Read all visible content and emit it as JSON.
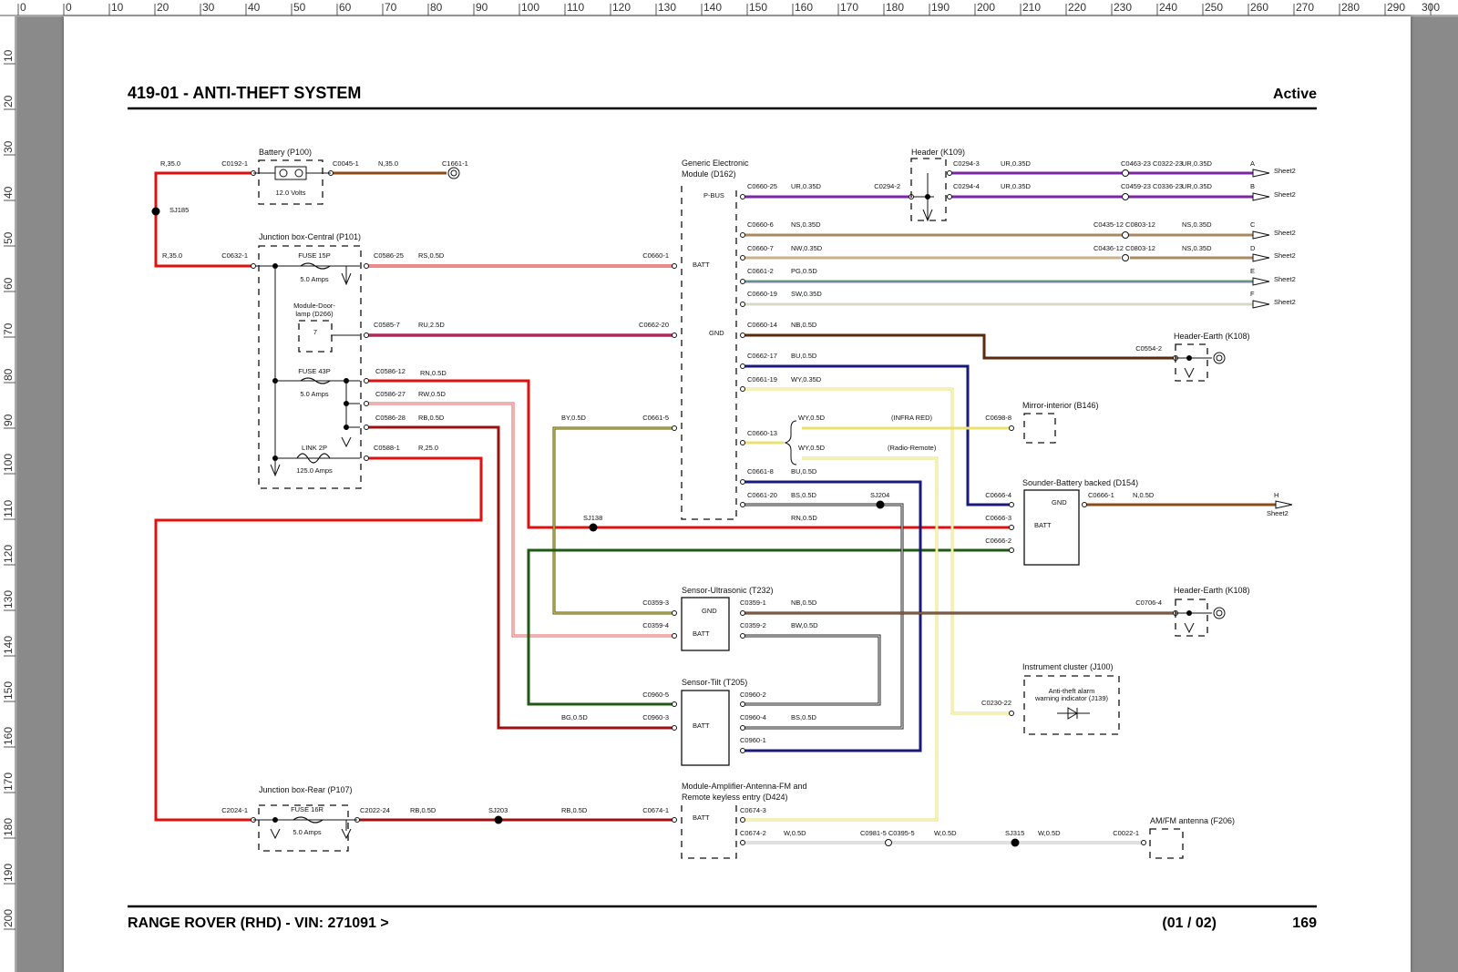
{
  "header": {
    "title": "419-01 - ANTI-THEFT SYSTEM",
    "status": "Active"
  },
  "footer": {
    "vehicle": "RANGE ROVER  (RHD) - VIN: 271091 >",
    "sheet": "(01 / 02)",
    "page": "169"
  },
  "ruler": {
    "top": [
      "0",
      "0",
      "10",
      "20",
      "30",
      "40",
      "50",
      "60",
      "70",
      "80",
      "90",
      "100",
      "110",
      "120",
      "130",
      "140",
      "150",
      "160",
      "170",
      "180",
      "190",
      "200",
      "210",
      "220",
      "230",
      "240",
      "250",
      "260",
      "270",
      "280",
      "290",
      "300"
    ],
    "left": [
      "10",
      "20",
      "30",
      "40",
      "50",
      "60",
      "70",
      "80",
      "90",
      "100",
      "110",
      "120",
      "130",
      "140",
      "150",
      "160",
      "170",
      "180",
      "190",
      "200"
    ]
  },
  "components": {
    "battery": {
      "name": "Battery (P100)",
      "spec": "12.0 Volts"
    },
    "jb_central": {
      "name": "Junction box-Central (P101)",
      "fuse15": "FUSE 15P",
      "fuse15_amps": "5.0 Amps",
      "fuse43": "FUSE 43P",
      "fuse43_amps": "5.0 Amps",
      "link2": "LINK 2P",
      "link2_amps": "125.0 Amps"
    },
    "door_lamp": {
      "name1": "Module-Door-",
      "name2": "lamp (D266)",
      "pin": "7"
    },
    "gem": {
      "name1": "Generic Electronic",
      "name2": "Module (D162)",
      "pbus": "P-BUS",
      "batt": "BATT",
      "gnd": "GND"
    },
    "header_k109": {
      "name": "Header (K109)"
    },
    "header_earth_1": {
      "name": "Header-Earth (K108)"
    },
    "header_earth_2": {
      "name": "Header-Earth (K108)"
    },
    "mirror": {
      "name": "Mirror-interior (B146)"
    },
    "sounder": {
      "name": "Sounder-Battery backed (D154)",
      "gnd": "GND",
      "batt": "BATT"
    },
    "sensor_us": {
      "name": "Sensor-Ultrasonic (T232)",
      "gnd": "GND",
      "batt": "BATT"
    },
    "sensor_tilt": {
      "name": "Sensor-Tilt (T205)",
      "batt": "BATT"
    },
    "instrument": {
      "name": "Instrument cluster (J100)",
      "ind1": "Anti-theft alarm",
      "ind2": "warning indicator (J139)"
    },
    "jb_rear": {
      "name": "Junction box-Rear (P107)",
      "fuse": "FUSE 16R",
      "amps": "5.0 Amps"
    },
    "amp": {
      "name1": "Module-Amplifier-Antenna-FM and",
      "name2": "Remote keyless entry (D424)",
      "batt": "BATT"
    },
    "antenna": {
      "name": "AM/FM antenna (F206)"
    }
  },
  "splices": {
    "sj185": "SJ185",
    "sj138": "SJ138",
    "sj204": "SJ204",
    "sj203": "SJ203",
    "sj315": "SJ315"
  },
  "labels": {
    "r35a": "R,35.0",
    "c0192": "C0192-1",
    "c0045": "C0045-1",
    "n35": "N,35.0",
    "c1661": "C1661-1",
    "r35b": "R,35.0",
    "c0632": "C0632-1",
    "c0586_25": "C0586-25",
    "rs05": "RS,0.5D",
    "c0660_1": "C0660-1",
    "c0585_7": "C0585-7",
    "ru25": "RU,2.5D",
    "c0662_20": "C0662-20",
    "c0586_12": "C0586-12",
    "rn05a": "RN,0.5D",
    "c0586_27": "C0586-27",
    "rw05": "RW,0.5D",
    "c0586_28": "C0586-28",
    "rb05a": "RB,0.5D",
    "c0588_1": "C0588-1",
    "r25": "R,25.0",
    "by05": "BY,0.5D",
    "c0661_5": "C0661-5",
    "c0660_25": "C0660-25",
    "ur035a": "UR,0.35D",
    "c0294_2": "C0294-2",
    "c0294_3": "C0294-3",
    "ur035b": "UR,0.35D",
    "c0463": "C0463-23 C0322-23",
    "ur035c": "UR,0.35D",
    "pin_a": "A",
    "sheet2a": "Sheet2",
    "c0294_4": "C0294-4",
    "ur035d": "UR,0.35D",
    "c0459": "C0459-23 C0336-23",
    "ur035e": "UR,0.35D",
    "pin_b": "B",
    "sheet2b": "Sheet2",
    "c0660_6": "C0660-6",
    "ns035a": "NS,0.35D",
    "c0435": "C0435-12 C0803-12",
    "ns035b": "NS,0.35D",
    "pin_c": "C",
    "sheet2c": "Sheet2",
    "c0660_7": "C0660-7",
    "nw035": "NW,0.35D",
    "c0436": "C0436-12 C0803-12",
    "ns035c": "NS,0.35D",
    "pin_d": "D",
    "sheet2d": "Sheet2",
    "c0661_2": "C0661-2",
    "pg05": "PG,0.5D",
    "pin_e": "E",
    "sheet2e": "Sheet2",
    "c0660_19": "C0660-19",
    "sw035": "SW,0.35D",
    "pin_f": "F",
    "sheet2f": "Sheet2",
    "c0660_14": "C0660-14",
    "nb05a": "NB,0.5D",
    "c0554_2": "C0554-2",
    "c0662_17": "C0662-17",
    "bu05a": "BU,0.5D",
    "c0661_19": "C0661-19",
    "wy035": "WY,0.35D",
    "c0660_13": "C0660-13",
    "wy05a": "WY,0.5D",
    "infra": "(INFRA RED)",
    "c0698_8": "C0698-8",
    "wy05b": "WY,0.5D",
    "radio": "(Radio-Remote)",
    "c0661_8": "C0661-8",
    "bu05b": "BU,0.5D",
    "c0661_20": "C0661-20",
    "bs05a": "BS,0.5D",
    "rn05b": "RN,0.5D",
    "c0666_4": "C0666-4",
    "c0666_3": "C0666-3",
    "c0666_2": "C0666-2",
    "c0666_1": "C0666-1",
    "n05": "N,0.5D",
    "pin_h": "H",
    "sheet2h": "Sheet2",
    "c0359_3": "C0359-3",
    "c0359_4": "C0359-4",
    "c0359_1": "C0359-1",
    "nb05b": "NB,0.5D",
    "c0706_4": "C0706-4",
    "c0359_2": "C0359-2",
    "bw05": "BW,0.5D",
    "c0960_5": "C0960-5",
    "c0960_3": "C0960-3",
    "bg05": "BG,0.5D",
    "c0960_2": "C0960-2",
    "c0960_4": "C0960-4",
    "bs05b": "BS,0.5D",
    "c0960_1": "C0960-1",
    "c0230_22": "C0230-22",
    "c2024_1": "C2024-1",
    "c2022_24": "C2022-24",
    "rb05b": "RB,0.5D",
    "rb05c": "RB,0.5D",
    "c0674_1": "C0674-1",
    "c0674_3": "C0674-3",
    "c0674_2": "C0674-2",
    "w05a": "W,0.5D",
    "c0981": "C0981-5 C0395-5",
    "w05b": "W,0.5D",
    "w05c": "W,0.5D",
    "c0022_1": "C0022-1"
  }
}
